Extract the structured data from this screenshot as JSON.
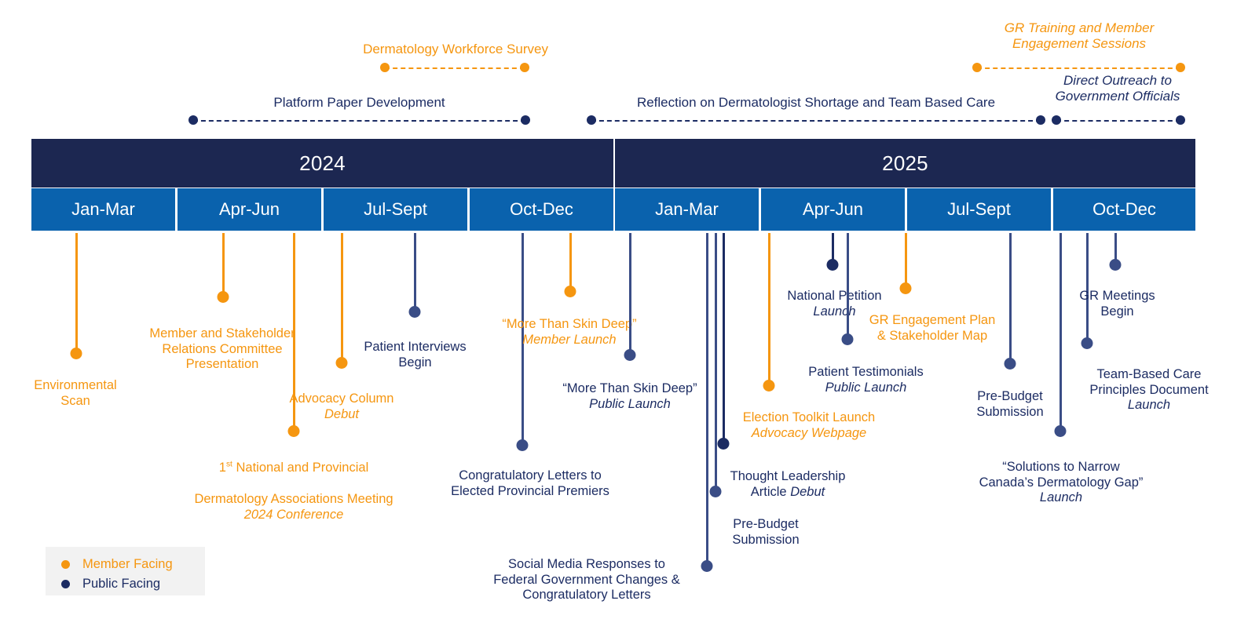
{
  "colors": {
    "member_orange": "#f59610",
    "public_navy": "#1c2c63",
    "stem_navy": "#3a4d86",
    "year_bar": "#1c2751",
    "quarter_bar": "#0a62ad",
    "legend_bg": "#f2f2f2"
  },
  "years": [
    {
      "label": "2024"
    },
    {
      "label": "2025"
    }
  ],
  "quarters": [
    {
      "label": "Jan-Mar"
    },
    {
      "label": "Apr-Jun"
    },
    {
      "label": "Jul-Sept"
    },
    {
      "label": "Oct-Dec"
    },
    {
      "label": "Jan-Mar"
    },
    {
      "label": "Apr-Jun"
    },
    {
      "label": "Jul-Sept"
    },
    {
      "label": "Oct-Dec"
    }
  ],
  "phases": [
    {
      "id": "dermatology-workforce-survey",
      "label": "Dermatology Workforce Survey",
      "category": "Member Facing",
      "italic": false
    },
    {
      "id": "platform-paper-development",
      "label": "Platform Paper Development",
      "category": "Public Facing",
      "italic": false
    },
    {
      "id": "reflection-on-dermatologist-shortage",
      "label": "Reflection on Dermatologist Shortage and Team Based Care",
      "category": "Public Facing",
      "italic": false
    },
    {
      "id": "gr-training-and-member-engagement-sessions",
      "label": "GR Training and Member\nEngagement Sessions",
      "category": "Member Facing",
      "italic": true
    },
    {
      "id": "direct-outreach-to-government-officials",
      "label": "Direct Outreach to\nGovernment Officials",
      "category": "Public Facing",
      "italic": true
    }
  ],
  "milestones": [
    {
      "id": "environmental-scan",
      "title": "Environmental\nScan",
      "subtitle": "",
      "category": "Member Facing"
    },
    {
      "id": "member-and-stakeholder-relations-committee-presentation",
      "title": "Member and Stakeholder\nRelations Committee\nPresentation",
      "subtitle": "",
      "category": "Member Facing"
    },
    {
      "id": "first-national-and-provincial-dermatology-associations-meeting",
      "title": "1st National and Provincial\nDermatology Associations Meeting",
      "subtitle": "2024 Conference",
      "category": "Member Facing"
    },
    {
      "id": "advocacy-column-debut",
      "title": "Advocacy Column",
      "subtitle": "Debut",
      "category": "Member Facing"
    },
    {
      "id": "patient-interviews-begin",
      "title": "Patient Interviews\nBegin",
      "subtitle": "",
      "category": "Public Facing"
    },
    {
      "id": "congratulatory-letters-to-elected-provincial-premiers",
      "title": "Congratulatory Letters to\nElected Provincial Premiers",
      "subtitle": "",
      "category": "Public Facing"
    },
    {
      "id": "more-than-skin-deep-member-launch",
      "title": "“More Than Skin Deep”",
      "subtitle": "Member Launch",
      "category": "Member Facing"
    },
    {
      "id": "more-than-skin-deep-public-launch",
      "title": "“More Than Skin Deep”",
      "subtitle": "Public Launch",
      "category": "Public Facing"
    },
    {
      "id": "social-media-responses-to-federal-government-changes",
      "title": "Social Media Responses to\nFederal Government Changes &\nCongratulatory Letters",
      "subtitle": "",
      "category": "Public Facing"
    },
    {
      "id": "pre-budget-submission-2025-q1",
      "title": "Pre-Budget\nSubmission",
      "subtitle": "",
      "category": "Public Facing"
    },
    {
      "id": "thought-leadership-article-debut",
      "title": "Thought Leadership\nArticle ",
      "subtitle_inline": "Debut",
      "subtitle": "",
      "category": "Public Facing"
    },
    {
      "id": "election-toolkit-launch",
      "title": "Election Toolkit Launch",
      "subtitle": "Advocacy Webpage",
      "category": "Member Facing"
    },
    {
      "id": "national-petition-launch",
      "title": "National Petition",
      "subtitle": "Launch",
      "category": "Public Facing"
    },
    {
      "id": "patient-testimonials-public-launch",
      "title": "Patient Testimonials",
      "subtitle": "Public Launch",
      "category": "Public Facing"
    },
    {
      "id": "gr-engagement-plan-and-stakeholder-map",
      "title": "GR Engagement Plan\n& Stakeholder Map",
      "subtitle": "",
      "category": "Member Facing"
    },
    {
      "id": "pre-budget-submission-2025-q3",
      "title": "Pre-Budget\nSubmission",
      "subtitle": "",
      "category": "Public Facing"
    },
    {
      "id": "solutions-to-narrow-canadas-dermatology-gap-launch",
      "title": "“Solutions to Narrow\nCanada’s Dermatology Gap”",
      "subtitle": "Launch",
      "category": "Public Facing"
    },
    {
      "id": "team-based-care-principles-document-launch",
      "title": "Team-Based Care\nPrinciples Document",
      "subtitle": "Launch",
      "category": "Public Facing"
    },
    {
      "id": "gr-meetings-begin",
      "title": "GR Meetings\nBegin",
      "subtitle": "",
      "category": "Public Facing"
    }
  ],
  "legend": {
    "items": [
      {
        "label": "Member Facing",
        "color": "#f59610"
      },
      {
        "label": "Public Facing",
        "color": "#1c2c63"
      }
    ]
  }
}
